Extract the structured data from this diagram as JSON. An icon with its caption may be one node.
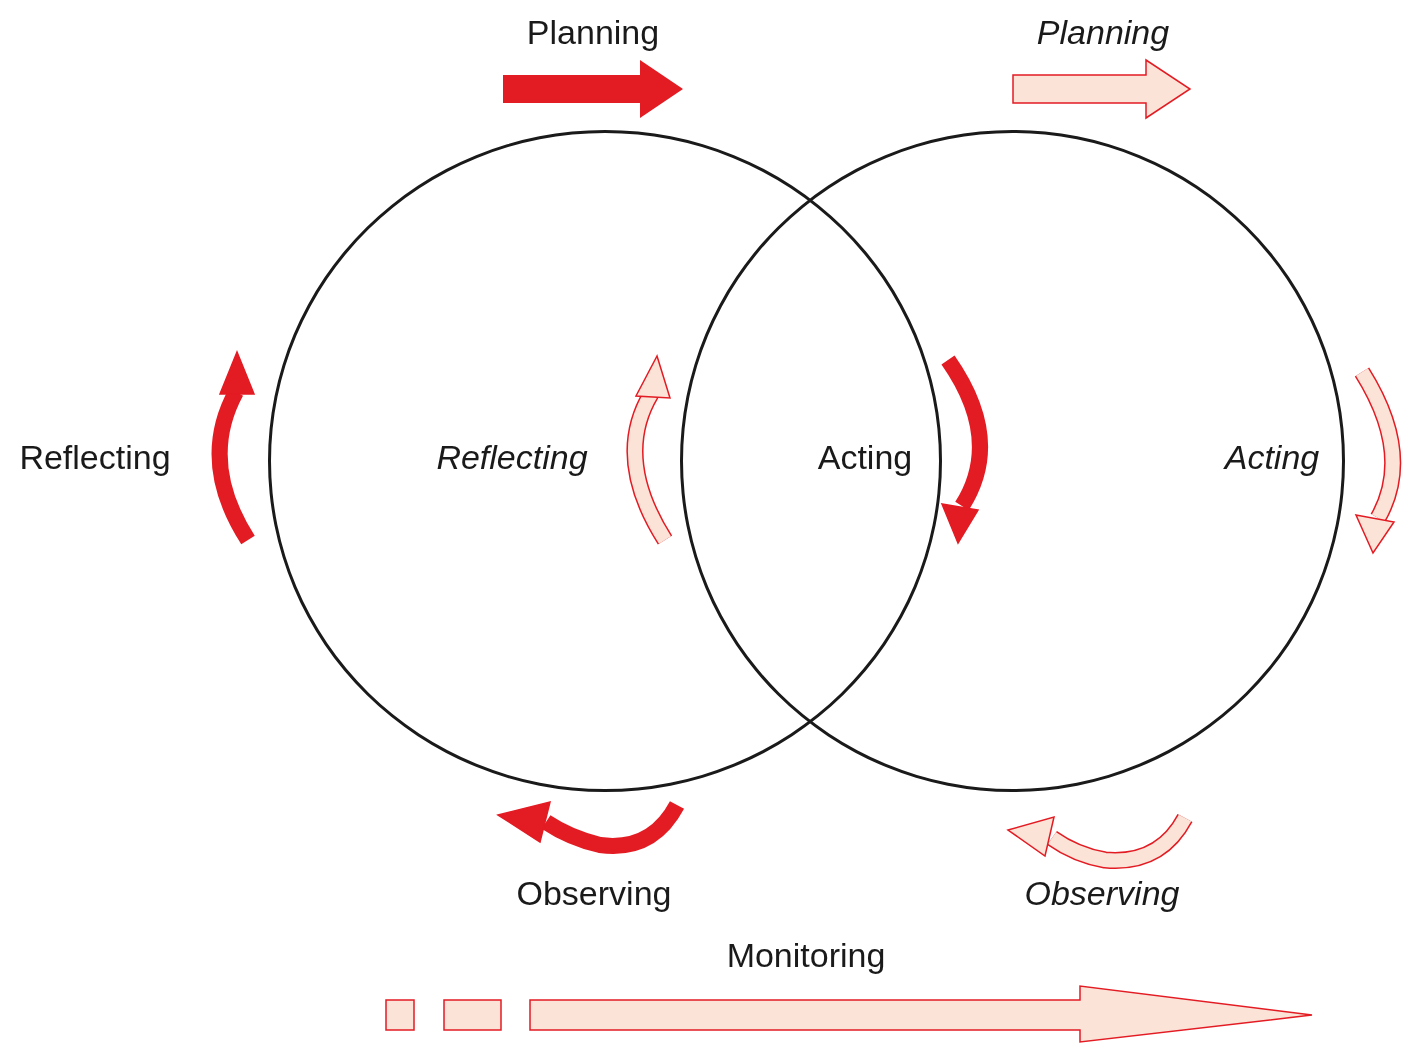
{
  "diagram": {
    "nodes": [
      {
        "text": [],
        "shape": "circle"
      },
      {
        "text": [],
        "shape": "circle"
      }
    ],
    "labels": [
      "Planning",
      "Planning",
      "Reflecting",
      "Reflecting",
      "Acting",
      "Acting",
      "Observing",
      "Observing",
      "Monitoring"
    ]
  }
}
